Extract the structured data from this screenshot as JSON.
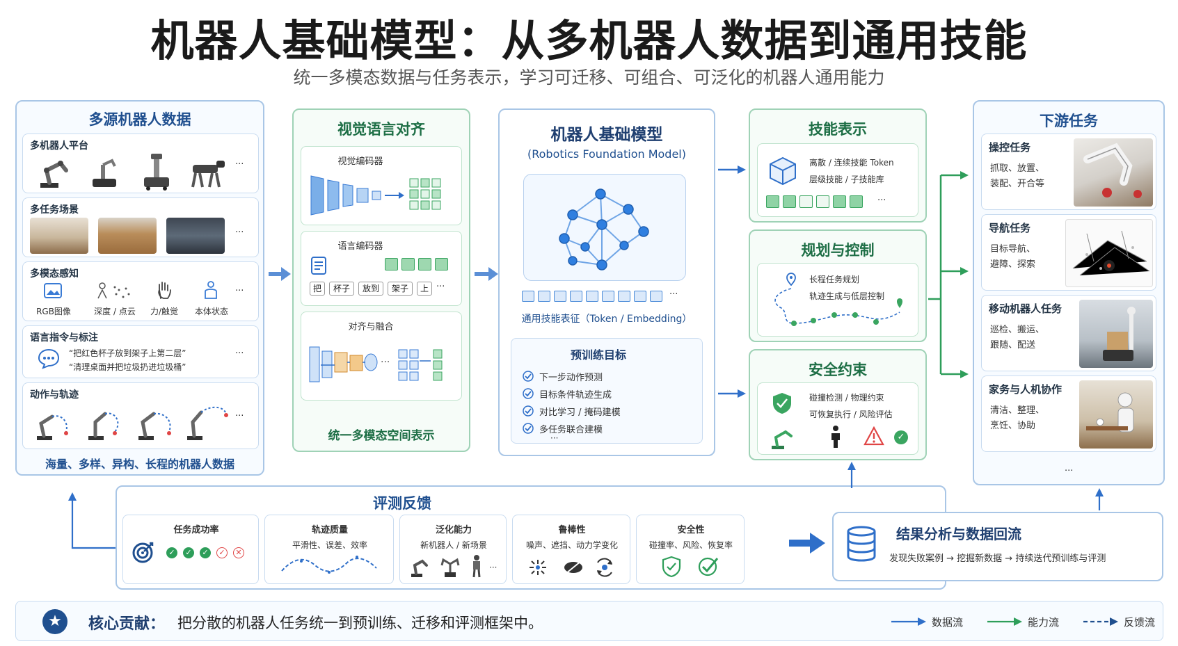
{
  "title": "机器人基础模型：从多机器人数据到通用技能",
  "subtitle": "统一多模态数据与任务表示，学习可迁移、可组合、可泛化的机器人通用能力",
  "col1": {
    "title": "多源机器人数据",
    "platforms": {
      "title": "多机器人平台",
      "more": "···"
    },
    "scenes": {
      "title": "多任务场景",
      "more": "···"
    },
    "sensing": {
      "title": "多模态感知",
      "items": [
        "RGB图像",
        "深度 / 点云",
        "力/触觉",
        "本体状态"
      ],
      "more": "···"
    },
    "language": {
      "title": "语言指令与标注",
      "lines": [
        "“把红色杯子放到架子上第二层”",
        "“清理桌面并把垃圾扔进垃圾桶”"
      ],
      "more": "···"
    },
    "actions": {
      "title": "动作与轨迹",
      "more": "···"
    },
    "footer": "海量、多样、异构、长程的机器人数据"
  },
  "col2": {
    "title": "视觉语言对齐",
    "vision": {
      "title": "视觉编码器"
    },
    "language": {
      "title": "语言编码器",
      "tokens": [
        "把",
        "杯子",
        "放到",
        "架子",
        "上"
      ],
      "more": "···"
    },
    "fusion": {
      "title": "对齐与融合",
      "more": "···"
    },
    "footer": "统一多模态空间表示"
  },
  "col3": {
    "title": "机器人基础模型",
    "subtitle": "(Robotics Foundation Model)",
    "token_more": "···",
    "token_caption": "通用技能表征（Token / Embedding）",
    "pretrain": {
      "title": "预训练目标",
      "items": [
        "下一步动作预测",
        "目标条件轨迹生成",
        "对比学习 / 掩码建模",
        "多任务联合建模"
      ],
      "more": "···"
    }
  },
  "col4": {
    "skill": {
      "title": "技能表示",
      "lines": [
        "离散 / 连续技能 Token",
        "层级技能 / 子技能库"
      ],
      "more": "···"
    },
    "plan": {
      "title": "规划与控制",
      "lines": [
        "长程任务规划",
        "轨迹生成与低层控制"
      ]
    },
    "safety": {
      "title": "安全约束",
      "lines": [
        "碰撞检测 / 物理约束",
        "可恢复执行 / 风险评估"
      ]
    }
  },
  "col5": {
    "title": "下游任务",
    "tasks": [
      {
        "title": "操控任务",
        "lines": [
          "抓取、放置、",
          "装配、开合等"
        ]
      },
      {
        "title": "导航任务",
        "lines": [
          "目标导航、",
          "避障、探索"
        ]
      },
      {
        "title": "移动机器人任务",
        "lines": [
          "巡检、搬运、",
          "跟随、配送"
        ]
      },
      {
        "title": "家务与人机协作",
        "lines": [
          "清洁、整理、",
          "烹饪、协助"
        ]
      }
    ],
    "more": "···"
  },
  "eval": {
    "title": "评测反馈",
    "cards": [
      {
        "title": "任务成功率",
        "sub": ""
      },
      {
        "title": "轨迹质量",
        "sub": "平滑性、误差、效率"
      },
      {
        "title": "泛化能力",
        "sub": "新机器人 / 新场景"
      },
      {
        "title": "鲁棒性",
        "sub": "噪声、遮挡、动力学变化"
      },
      {
        "title": "安全性",
        "sub": "碰撞率、风险、恢复率"
      }
    ],
    "more": "···"
  },
  "result": {
    "title": "结果分析与数据回流",
    "sub": "发现失败案例 → 挖掘新数据 → 持续迭代预训练与评测"
  },
  "footer": {
    "label": "核心贡献：",
    "text": "把分散的机器人任务统一到预训练、迁移和评测框架中。",
    "legend": [
      "数据流",
      "能力流",
      "反馈流"
    ]
  },
  "colors": {
    "blue": "#2f6fc9",
    "green": "#2e9e5a",
    "navy": "#1f4f8f"
  }
}
